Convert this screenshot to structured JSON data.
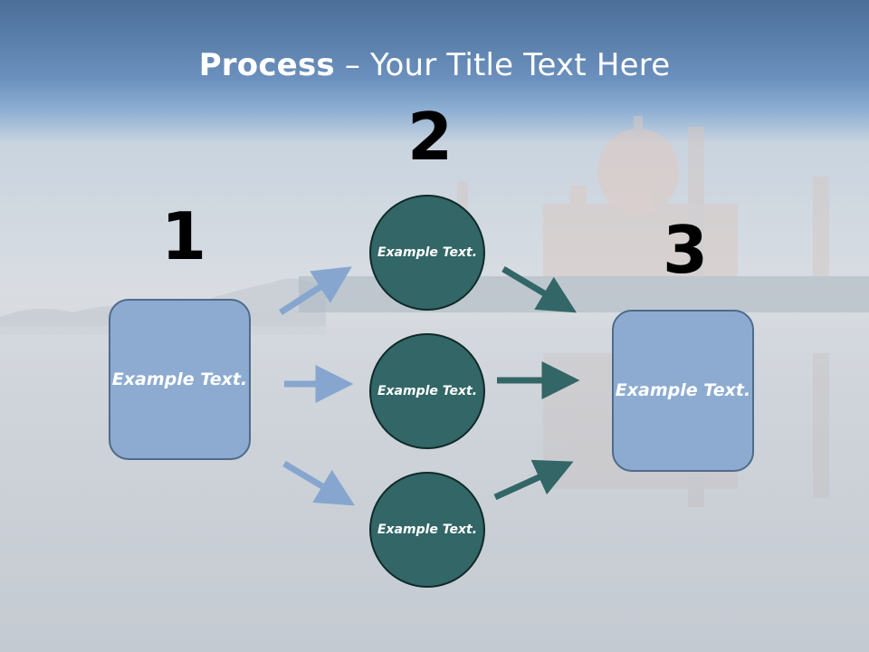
{
  "title": {
    "bold": "Process",
    "rest": " – Your Title Text Here"
  },
  "steps": [
    {
      "number": "1",
      "text": "Example Text."
    },
    {
      "number": "2",
      "items": [
        {
          "text": "Example Text."
        },
        {
          "text": "Example Text."
        },
        {
          "text": "Example Text."
        }
      ]
    },
    {
      "number": "3",
      "text": "Example Text."
    }
  ],
  "colors": {
    "header": "#5b80ad",
    "box_fill": "#8dabd0",
    "circle_fill": "#336666",
    "light_arrow": "#86a6cf",
    "dark_arrow": "#336666"
  }
}
